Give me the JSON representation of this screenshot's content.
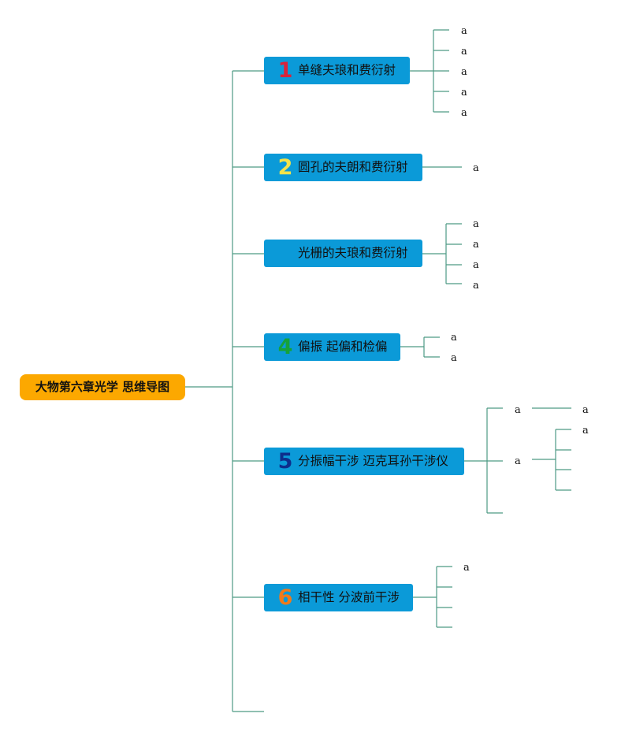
{
  "root": {
    "label": "大物第六章光学 思维导图"
  },
  "topics": [
    {
      "number": "1",
      "label": "单缝夫琅和费衍射",
      "number_color": "#d9233a"
    },
    {
      "number": "2",
      "label": "圆孔的夫朗和费衍射",
      "number_color": "#f2e24b"
    },
    {
      "number": "",
      "label": "光栅的夫琅和费衍射",
      "number_color": "#0b9ad8"
    },
    {
      "number": "4",
      "label": "偏振 起偏和检偏",
      "number_color": "#16a23a"
    },
    {
      "number": "5",
      "label": "分振幅干涉 迈克耳孙干涉仪",
      "number_color": "#0d2e8c"
    },
    {
      "number": "6",
      "label": "相干性 分波前干涉",
      "number_color": "#f07a1a"
    }
  ],
  "leaf_text": "a",
  "colors": {
    "line": "#4d9a84",
    "topic_bg": "#0b9ad8",
    "root_bg": "#fca800"
  }
}
